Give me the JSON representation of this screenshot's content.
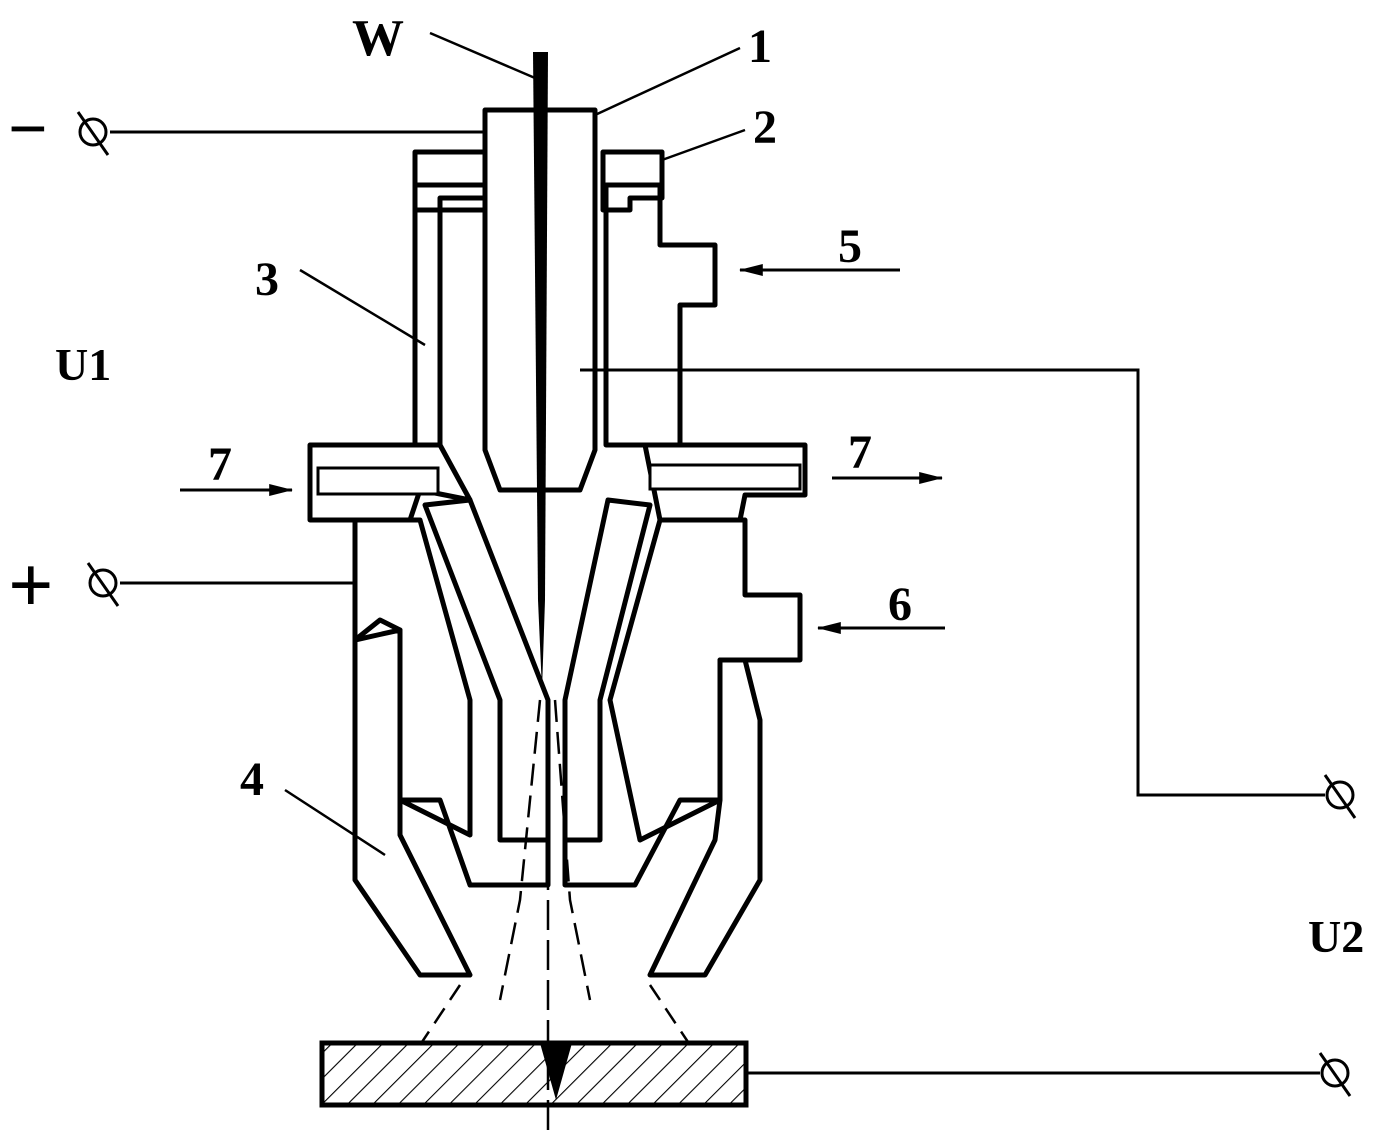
{
  "labels": {
    "electrode": "W",
    "part_1": "1",
    "part_2": "2",
    "part_3": "3",
    "part_4": "4",
    "inlet_5": "5",
    "inlet_6": "6",
    "flow_7_in": "7",
    "flow_7_out": "7",
    "voltage_1": "U1",
    "voltage_2": "U2",
    "negative_sign": "−",
    "positive_sign": "+"
  }
}
